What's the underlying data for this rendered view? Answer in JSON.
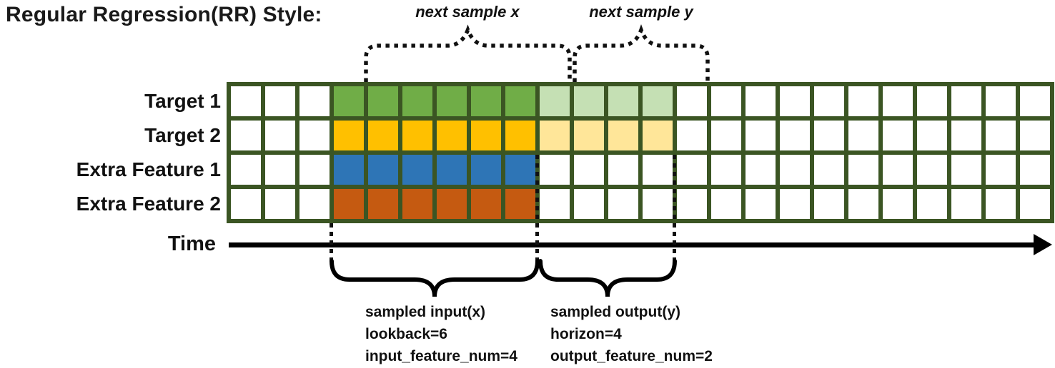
{
  "title": "Regular Regression(RR) Style:",
  "annotations": {
    "next_sample_x": "next sample x",
    "next_sample_y": "next sample y",
    "input_lines": [
      "sampled input(x)",
      "lookback=6",
      "input_feature_num=4"
    ],
    "output_lines": [
      "sampled output(y)",
      "horizon=4",
      "output_feature_num=2"
    ]
  },
  "time_axis": {
    "label": "Time"
  },
  "grid": {
    "columns": 24,
    "input_start_col": 4,
    "input_end_col": 9,
    "output_start_col": 10,
    "output_end_col": 13,
    "line_color": "#3B5523",
    "cell_empty_color": "#FFFFFF",
    "rows": [
      {
        "label": "Target 1",
        "solid_color": "#70AD47",
        "light_color": "#C5E0B4",
        "has_output": true
      },
      {
        "label": "Target 2",
        "solid_color": "#FFC000",
        "light_color": "#FFE699",
        "has_output": true
      },
      {
        "label": "Extra Feature 1",
        "solid_color": "#2E75B6",
        "light_color": null,
        "has_output": false
      },
      {
        "label": "Extra Feature 2",
        "solid_color": "#C55A11",
        "light_color": null,
        "has_output": false
      }
    ]
  }
}
